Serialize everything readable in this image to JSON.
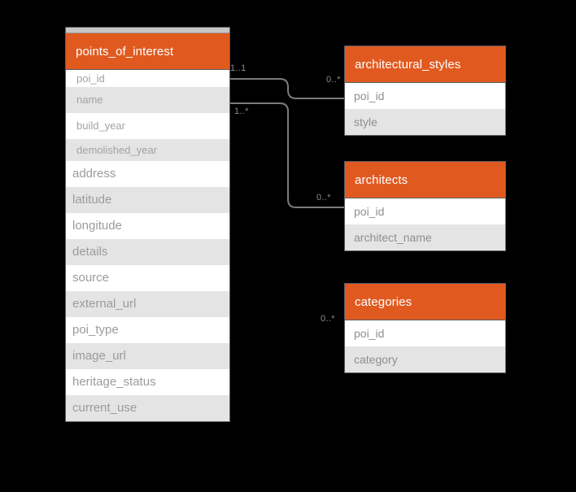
{
  "diagram": {
    "type": "entity-relationship-diagram",
    "background_color": "#000000",
    "header_color": "#e05a20",
    "row_alt_color": "#e4e4e4",
    "line_color": "#7b7b7b",
    "text_color": "#9b9b9b"
  },
  "entities": {
    "points_of_interest": {
      "title": "points_of_interest",
      "attributes": [
        "poi_id",
        "name",
        "build_year",
        "demolished_year",
        "address",
        "latitude",
        "longitude",
        "details",
        "source",
        "external_url",
        "poi_type",
        "image_url",
        "heritage_status",
        "current_use"
      ]
    },
    "architectural_styles": {
      "title": "architectural_styles",
      "attributes": [
        "poi_id",
        "style"
      ]
    },
    "architects": {
      "title": "architects",
      "attributes": [
        "poi_id",
        "architect_name"
      ]
    },
    "categories": {
      "title": "categories",
      "attributes": [
        "poi_id",
        "category"
      ]
    }
  },
  "relationships": [
    {
      "from": "points_of_interest",
      "to": "architectural_styles",
      "source_cardinality": "1..1",
      "target_cardinality": "0..*"
    },
    {
      "from": "points_of_interest",
      "to": "architects",
      "source_cardinality": "1..*",
      "target_cardinality": "0..*"
    },
    {
      "from": "points_of_interest",
      "to": "categories",
      "source_cardinality": "",
      "target_cardinality": "0..*"
    }
  ]
}
